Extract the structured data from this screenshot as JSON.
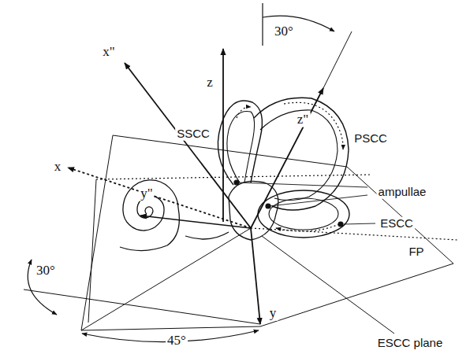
{
  "diagram": {
    "labels": [
      "30°",
      "z",
      "z\"",
      "SSCC",
      "PSCC",
      "x\"",
      "x",
      "ampullae",
      "ESCC",
      "y\"",
      "y",
      "FP",
      "30°",
      "45°",
      "ESCC plane"
    ]
  }
}
